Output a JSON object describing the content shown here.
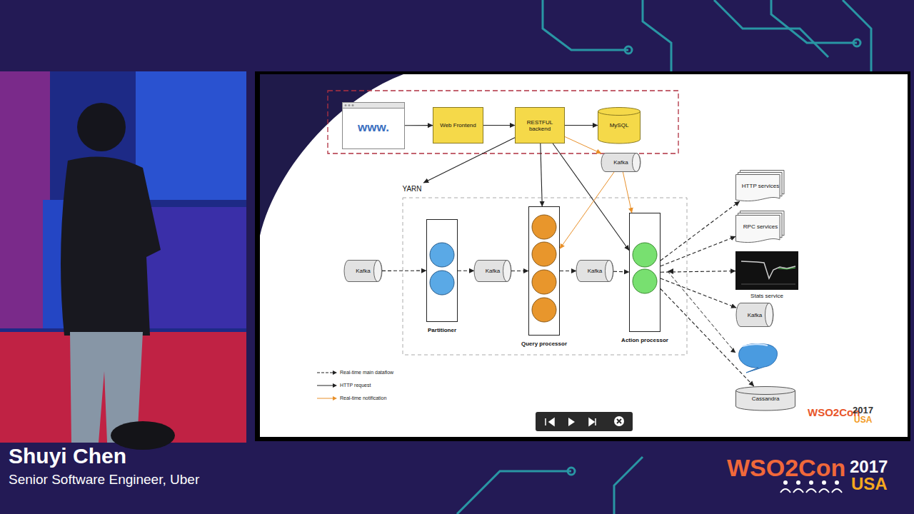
{
  "diagram": {
    "nodes": [
      {
        "text": [
          "www."
        ]
      },
      {
        "text": [
          "Web Frontend"
        ]
      },
      {
        "text": [
          "RESTFUL backend"
        ]
      },
      {
        "text": [
          "MySQL"
        ]
      },
      {
        "text": [
          "Kafka"
        ]
      },
      {
        "text": [
          "YARN"
        ]
      },
      {
        "text": [
          "Kafka"
        ]
      },
      {
        "text": [
          "Partitioner"
        ]
      },
      {
        "text": [
          "Kafka"
        ]
      },
      {
        "text": [
          "Query processor"
        ]
      },
      {
        "text": [
          "Kafka"
        ]
      },
      {
        "text": [
          "Action processor"
        ]
      },
      {
        "text": [
          "HTTP services"
        ]
      },
      {
        "text": [
          "RPC services"
        ]
      },
      {
        "text": [
          "Stats service"
        ]
      },
      {
        "text": [
          "Kafka"
        ]
      },
      {
        "text": [
          "Cassandra"
        ]
      }
    ],
    "edges": [
      {
        "from": 0,
        "to": 1,
        "arrow": "to"
      },
      {
        "from": 1,
        "to": 2,
        "arrow": "to"
      },
      {
        "from": 2,
        "to": 3,
        "arrow": "to"
      },
      {
        "from": 2,
        "to": 5,
        "arrow": "to"
      },
      {
        "from": 2,
        "to": 9,
        "arrow": "to"
      },
      {
        "from": 2,
        "to": 11,
        "arrow": "to"
      },
      {
        "from": 2,
        "to": 4,
        "arrow": "to"
      },
      {
        "from": 4,
        "to": 9,
        "arrow": "to"
      },
      {
        "from": 4,
        "to": 11,
        "arrow": "to"
      },
      {
        "from": 6,
        "to": 7,
        "arrow": "to"
      },
      {
        "from": 7,
        "to": 8,
        "arrow": "to"
      },
      {
        "from": 8,
        "to": 9,
        "arrow": "to"
      },
      {
        "from": 9,
        "to": 10,
        "arrow": "to"
      },
      {
        "from": 10,
        "to": 11,
        "arrow": "to"
      },
      {
        "from": 11,
        "to": 12,
        "arrow": "to"
      },
      {
        "from": 11,
        "to": 13,
        "arrow": "to"
      },
      {
        "from": 11,
        "to": 14,
        "arrow": "to"
      },
      {
        "from": 11,
        "to": 15,
        "arrow": "to"
      },
      {
        "from": 11,
        "to": 16,
        "arrow": "to"
      }
    ],
    "labels": [
      "Shuyi Chen",
      "Senior Software Engineer, Uber",
      "WSO2Con",
      "2017",
      "USA",
      "WSO2Con",
      "2017",
      "USA"
    ],
    "legend": [
      {
        "text": "Real-time main dataflow"
      },
      {
        "text": "HTTP request"
      },
      {
        "text": "Real-time notification"
      }
    ]
  }
}
